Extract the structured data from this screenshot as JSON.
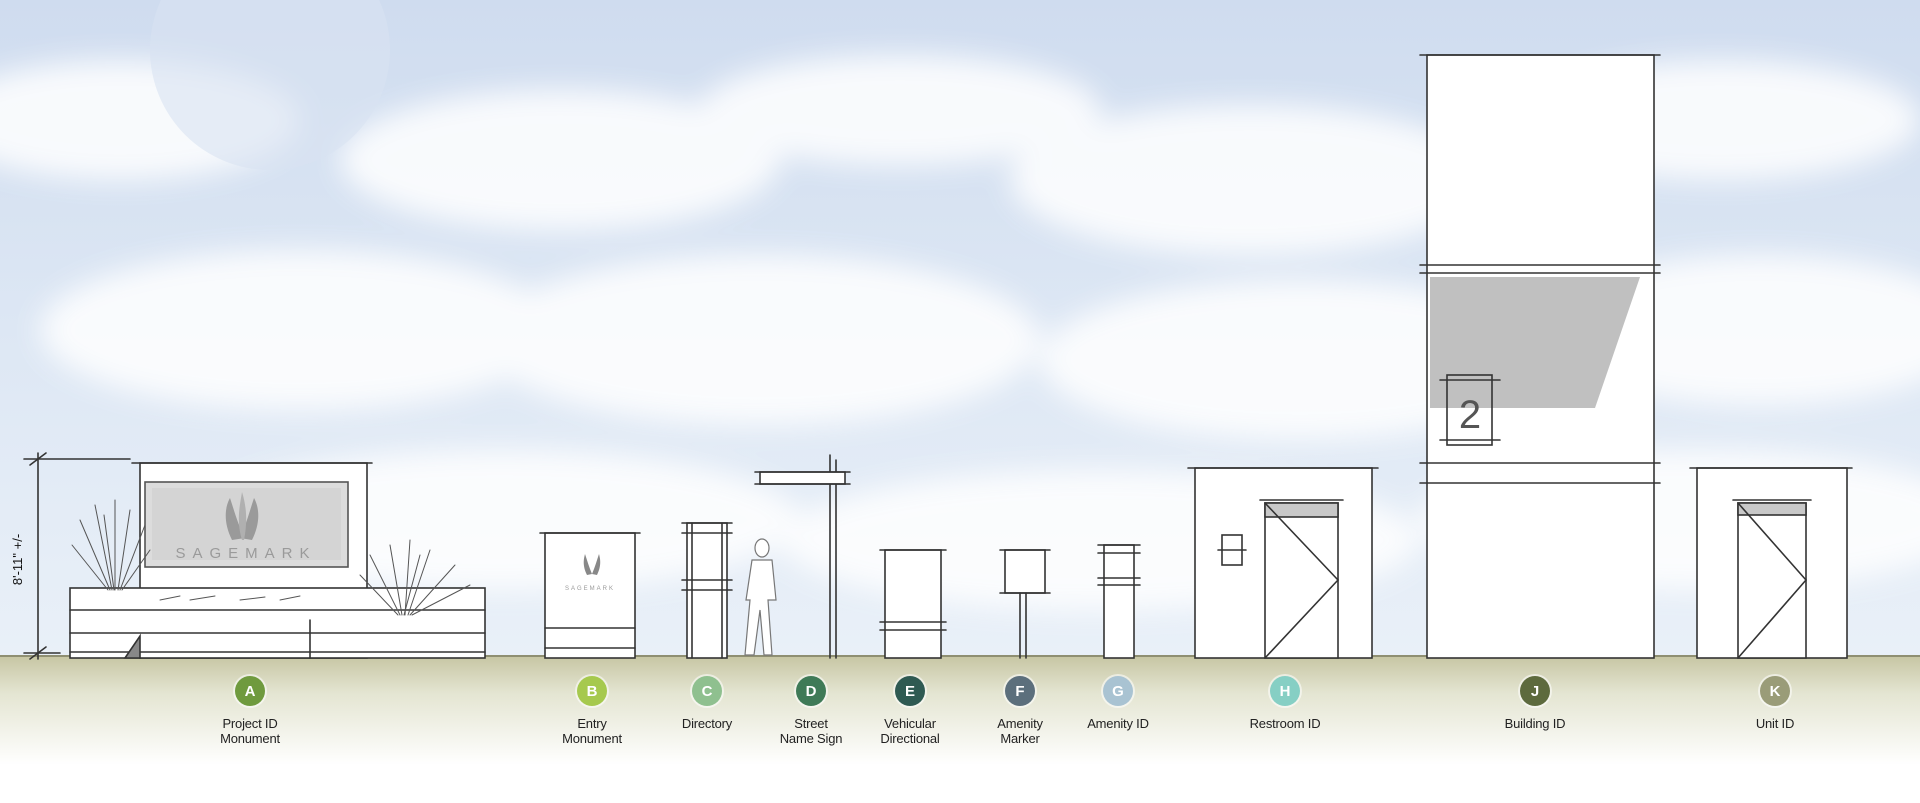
{
  "dimension": {
    "text": "8'-11\" +/-"
  },
  "brand": {
    "wordmark": "SAGEMARK",
    "entry_wordmark": "SAGEMARK",
    "building_number": "2"
  },
  "signs": [
    {
      "code": "A",
      "lines": [
        "Project ID",
        "Monument"
      ],
      "color": "#6f9a3e"
    },
    {
      "code": "B",
      "lines": [
        "Entry",
        "Monument"
      ],
      "color": "#a6c94e"
    },
    {
      "code": "C",
      "lines": [
        "Directory"
      ],
      "color": "#8fc08f"
    },
    {
      "code": "D",
      "lines": [
        "Street",
        "Name Sign"
      ],
      "color": "#3f7a57"
    },
    {
      "code": "E",
      "lines": [
        "Vehicular",
        "Directional"
      ],
      "color": "#2f5a52"
    },
    {
      "code": "F",
      "lines": [
        "Amenity",
        "Marker"
      ],
      "color": "#5c6f7c"
    },
    {
      "code": "G",
      "lines": [
        "Amenity ID"
      ],
      "color": "#a9c3d2"
    },
    {
      "code": "H",
      "lines": [
        "Restroom ID"
      ],
      "color": "#86cfc4"
    },
    {
      "code": "J",
      "lines": [
        "Building ID"
      ],
      "color": "#5d6a3d"
    },
    {
      "code": "K",
      "lines": [
        "Unit ID"
      ],
      "color": "#9a9c78"
    }
  ]
}
